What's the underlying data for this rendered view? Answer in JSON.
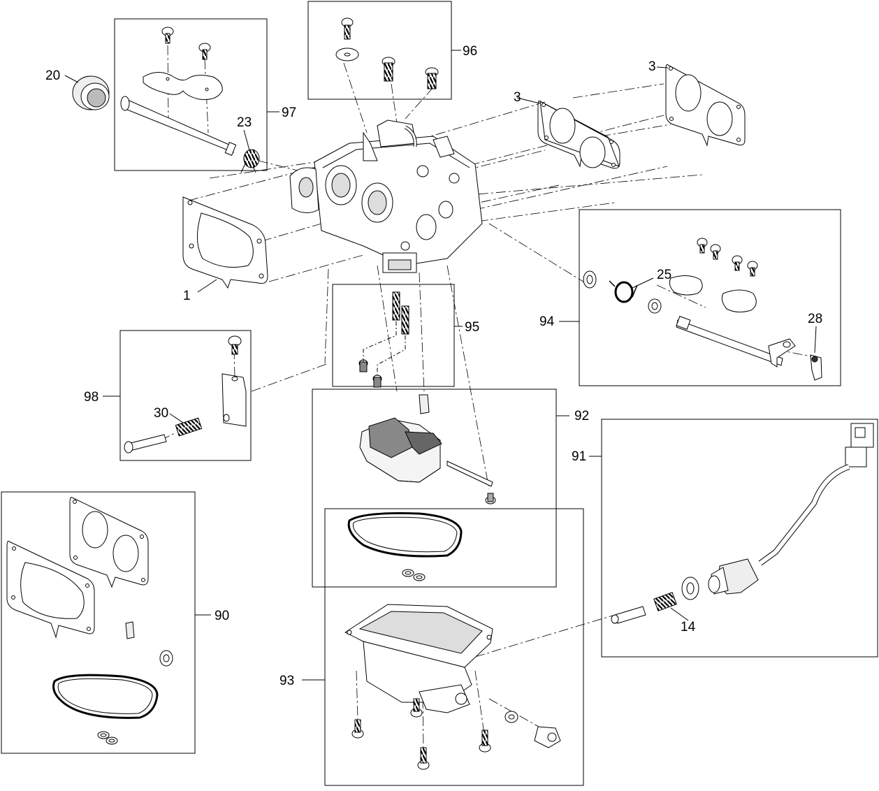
{
  "diagram": {
    "labels": {
      "l1": "1",
      "l3a": "3",
      "l3b": "3",
      "l14": "14",
      "l20": "20",
      "l23": "23",
      "l25": "25",
      "l28": "28",
      "l30": "30",
      "l90": "90",
      "l91": "91",
      "l92": "92",
      "l93": "93",
      "l94": "94",
      "l95": "95",
      "l96": "96",
      "l97": "97",
      "l98": "98"
    },
    "colors": {
      "line": "#000000",
      "fill": "#ffffff",
      "shade": "#cfcfcf",
      "dark": "#3a3a3a"
    }
  }
}
